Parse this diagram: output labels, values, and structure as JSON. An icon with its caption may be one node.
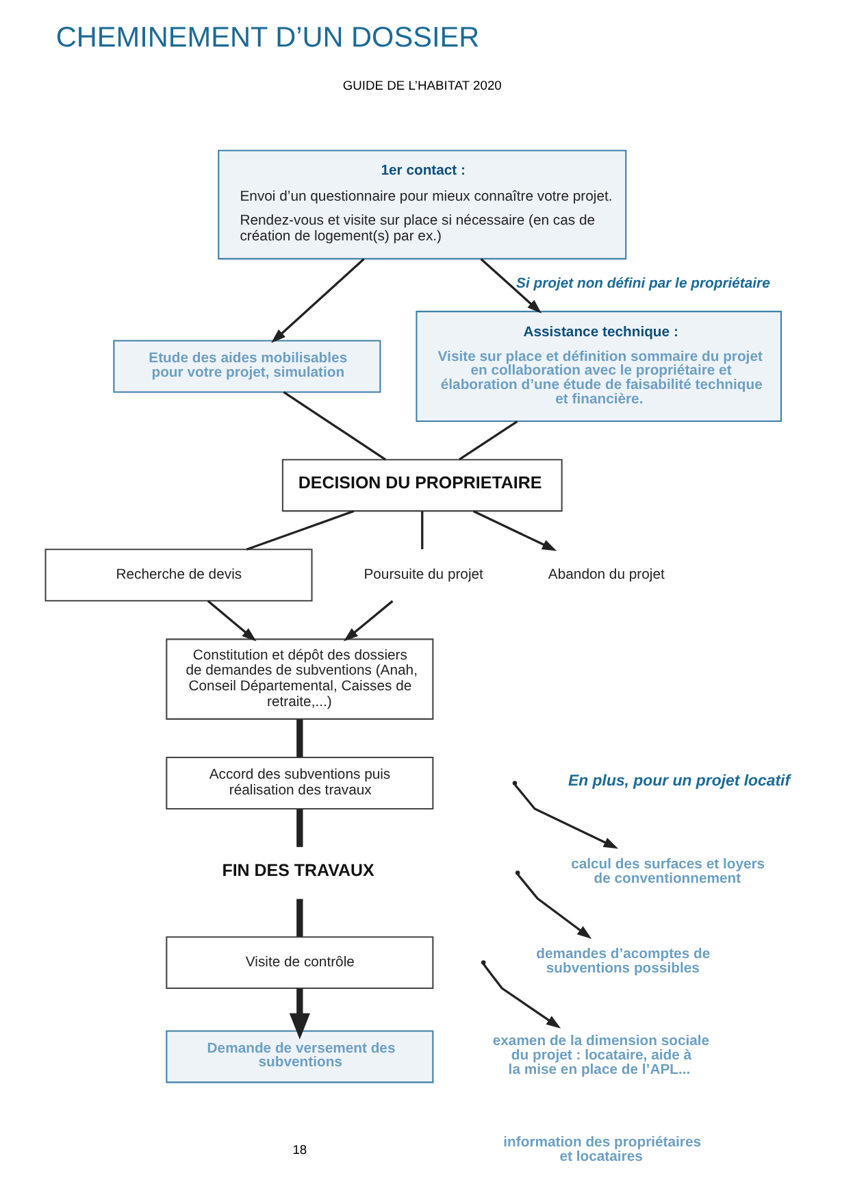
{
  "diagram": {
    "title": "CHEMINEMENT D’UN DOSSIER",
    "nodes": [
      {
        "text": [
          "1er contact :",
          "Envoi d’un questionnaire pour mieux connaître votre projet.",
          "Rendez-vous et visite sur place si nécessaire (en cas de création de logement(s) par ex.)"
        ]
      },
      {
        "text": [
          "Etude des aides mobilisables pour votre projet, simulation"
        ]
      },
      {
        "text": [
          "Assistance technique :",
          "Visite sur place et définition sommaire du projet en collaboration avec le propriétaire et élaboration d’une étude de faisabilité technique et financière."
        ]
      },
      {
        "text": [
          "DECISION DU PROPRIETAIRE"
        ]
      },
      {
        "text": [
          "Recherche de devis"
        ]
      },
      {
        "text": [
          "Poursuite du projet"
        ]
      },
      {
        "text": [
          "Abandon du projet"
        ]
      },
      {
        "text": [
          "Constitution et dépôt des dossiers de demandes de subventions (Anah, Conseil Départemental, Caisses de retraite,...)"
        ]
      },
      {
        "text": [
          "Accord des subventions puis réalisation des travaux"
        ]
      },
      {
        "text": [
          "FIN DES TRAVAUX"
        ]
      },
      {
        "text": [
          "Visite de contrôle"
        ]
      },
      {
        "text": [
          "Demande de versement des subventions"
        ]
      },
      {
        "text": [
          "calcul des surfaces et loyers de conventionnement"
        ]
      },
      {
        "text": [
          "demandes d’acomptes de subventions possibles"
        ]
      },
      {
        "text": [
          "examen de la dimension sociale du projet : locataire, aide à la mise en place de l’APL..."
        ]
      },
      {
        "text": [
          "information des propriétaires et locataires"
        ]
      }
    ],
    "edges": [
      {
        "from": 0,
        "to": 1,
        "arrow": "to"
      },
      {
        "from": 0,
        "to": 2,
        "arrow": "to",
        "label": "Si projet non défini par le propriétaire"
      },
      {
        "from": 1,
        "to": 3,
        "arrow": "none"
      },
      {
        "from": 2,
        "to": 3,
        "arrow": "none"
      },
      {
        "from": 3,
        "to": 4,
        "arrow": "none"
      },
      {
        "from": 4,
        "to": 7,
        "arrow": "to"
      },
      {
        "from": 3,
        "to": 5,
        "arrow": "none"
      },
      {
        "from": 5,
        "to": 7,
        "arrow": "to"
      },
      {
        "from": 3,
        "to": 6,
        "arrow": "to"
      },
      {
        "from": 7,
        "to": 8,
        "arrow": "none",
        "style": "thick"
      },
      {
        "from": 8,
        "to": 9,
        "arrow": "none",
        "style": "thick"
      },
      {
        "from": 9,
        "to": 10,
        "arrow": "none",
        "style": "thick"
      },
      {
        "from": 10,
        "to": 11,
        "arrow": "to",
        "style": "thick"
      },
      {
        "from": null,
        "to": 12,
        "arrow": "to"
      },
      {
        "from": null,
        "to": 13,
        "arrow": "to"
      },
      {
        "from": null,
        "to": 14,
        "arrow": "to"
      }
    ],
    "labels": [
      "GUIDE DE L’HABITAT 2020",
      "En plus, pour un projet locatif",
      "18"
    ]
  }
}
